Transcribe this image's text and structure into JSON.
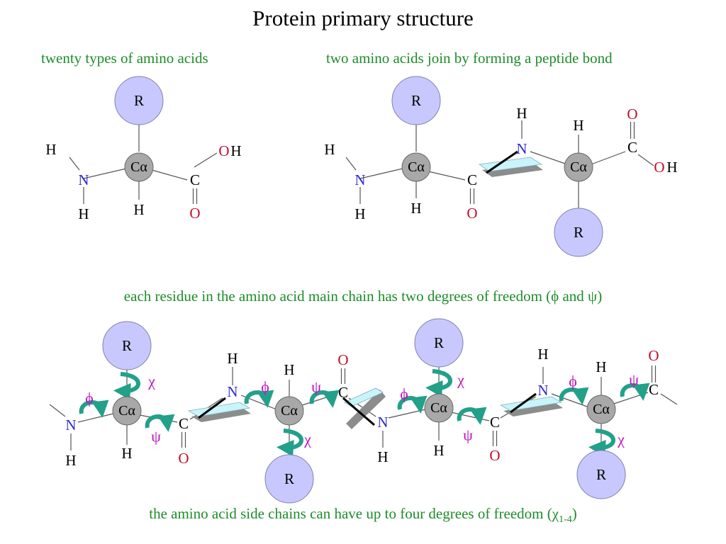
{
  "title": "Protein primary structure",
  "captions": {
    "amino_types": "twenty types of amino acids",
    "peptide_bond": "two amino acids join by forming a peptide bond",
    "main_chain_freedom": {
      "before": "each residue in the amino acid main chain has two degrees of freedom (",
      "phi": "ϕ",
      "and": " and ",
      "psi": "ψ",
      "after": ")"
    },
    "side_chain_freedom": {
      "before": "the amino acid side chains can have up to four degrees of freedom (",
      "chi": "χ",
      "sub": "1-4",
      "after": ")"
    }
  },
  "atoms": {
    "R": "R",
    "Ca": "Cα",
    "N": "N",
    "H": "H",
    "C": "C",
    "O": "O",
    "OH_O": "O",
    "OH_H": "H"
  },
  "angles": {
    "phi": "ϕ",
    "psi": "ψ",
    "chi": "χ"
  },
  "colors": {
    "caption_green": "#1e8c2a",
    "nitrogen_blue": "#2b2bd6",
    "oxygen_red": "#c0102a",
    "angle_magenta": "#c010c0",
    "rotation_arrow": "#22a08a",
    "r_group_fill": "#c8c8ff",
    "ca_fill": "#a8a8a8",
    "plane_fill": "#c8f4fa",
    "plane_shadow": "#8c8c8c"
  }
}
